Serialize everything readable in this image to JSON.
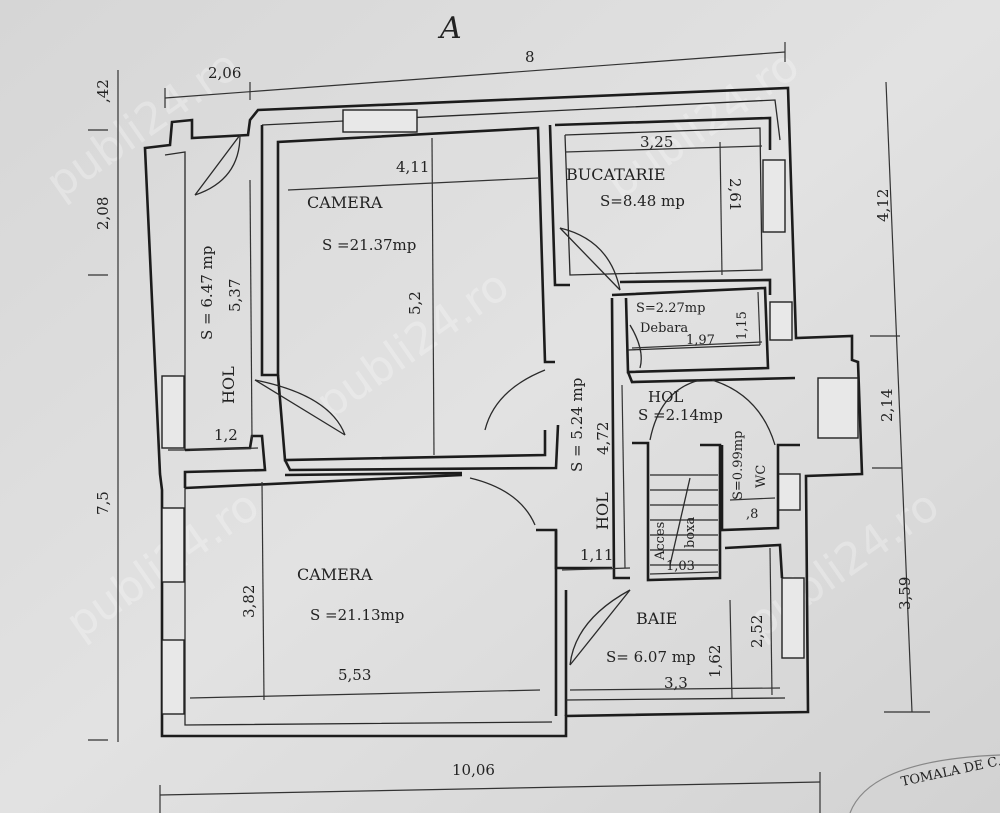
{
  "annotations": {
    "handwritten_mark": "A"
  },
  "rooms": {
    "camera_top": {
      "name": "CAMERA",
      "area": "S =21.37mp",
      "width": "4,11",
      "length": "5,2"
    },
    "bucatarie": {
      "name": "BUCATARIE",
      "area": "S=8.48 mp",
      "width": "3,25",
      "length": "2,61"
    },
    "debara": {
      "name": "Debara",
      "area": "S=2.27mp",
      "width": "1,97",
      "length": "1,15"
    },
    "hol_left": {
      "name": "HOL",
      "area": "S = 6.47 mp",
      "width": "1,2",
      "length": "5,37"
    },
    "hol_middle": {
      "name": "HOL",
      "area": "S = 5.24 mp",
      "length": "4,72",
      "width": "1,11"
    },
    "hol_right": {
      "name": "HOL",
      "area": "S =2.14mp"
    },
    "wc": {
      "name": "WC",
      "area": "S=0.99mp",
      "width": ",8"
    },
    "stairs": {
      "line1": "Acces",
      "line2": "boxa",
      "width": "1,03"
    },
    "baie": {
      "name": "BAIE",
      "area": "S= 6.07 mp",
      "width": "3,3",
      "length": "1,62",
      "length2": "2,52"
    },
    "camera_bottom": {
      "name": "CAMERA",
      "area": "S =21.13mp",
      "width": "5,53",
      "length": "3,82"
    }
  },
  "overall_dimensions": {
    "top_left": "2,06",
    "top_total": "8",
    "bottom_total": "10,06",
    "left_1": ",42",
    "left_2": "2,08",
    "left_3": "7,5",
    "right_1": "4,12",
    "right_2": "2,14",
    "right_3": "3,59"
  },
  "watermark": "publi24.ro",
  "stamp": "TOMALA DE C…"
}
